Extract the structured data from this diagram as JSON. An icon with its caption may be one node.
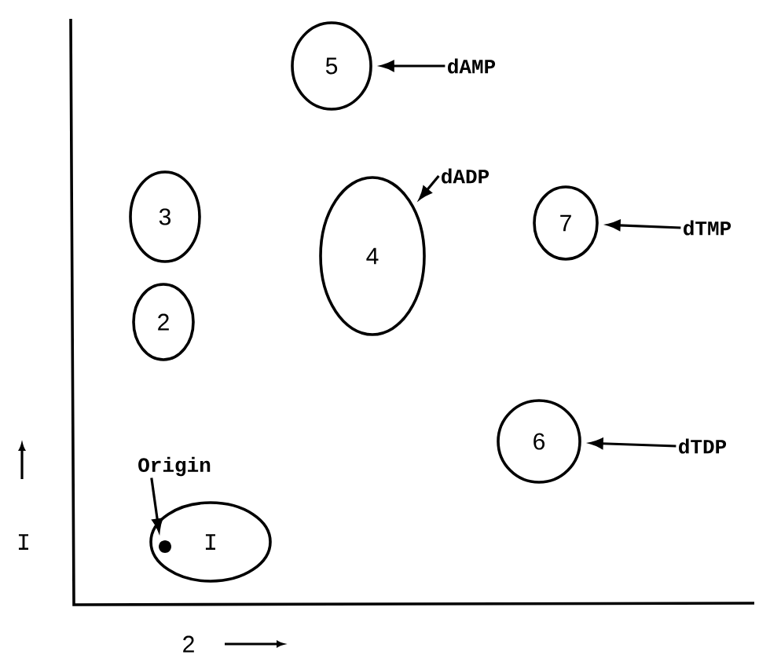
{
  "diagram": {
    "nodes": [
      {
        "text": [
          "5"
        ]
      },
      {
        "text": [
          "dAMP"
        ]
      },
      {
        "text": [
          "dADP"
        ]
      },
      {
        "text": [
          "3"
        ]
      },
      {
        "text": [
          "4"
        ]
      },
      {
        "text": [
          "7"
        ]
      },
      {
        "text": [
          "dTMP"
        ]
      },
      {
        "text": [
          "2"
        ]
      },
      {
        "text": [
          "6"
        ]
      },
      {
        "text": [
          "dTDP"
        ]
      },
      {
        "text": [
          "Origin"
        ]
      },
      {
        "text": [
          "I"
        ]
      },
      {
        "text": [],
        "shape": "circle",
        "in": 11
      }
    ],
    "edges": [
      {
        "from": 1,
        "to": 0,
        "arrow": "to"
      },
      {
        "from": 2,
        "to": 4,
        "arrow": "to"
      },
      {
        "from": 6,
        "to": 5,
        "arrow": "to"
      },
      {
        "from": 9,
        "to": 8,
        "arrow": "to"
      },
      {
        "from": 10,
        "to": 12,
        "arrow": "to"
      }
    ],
    "labels": [
      "I",
      "2"
    ]
  }
}
